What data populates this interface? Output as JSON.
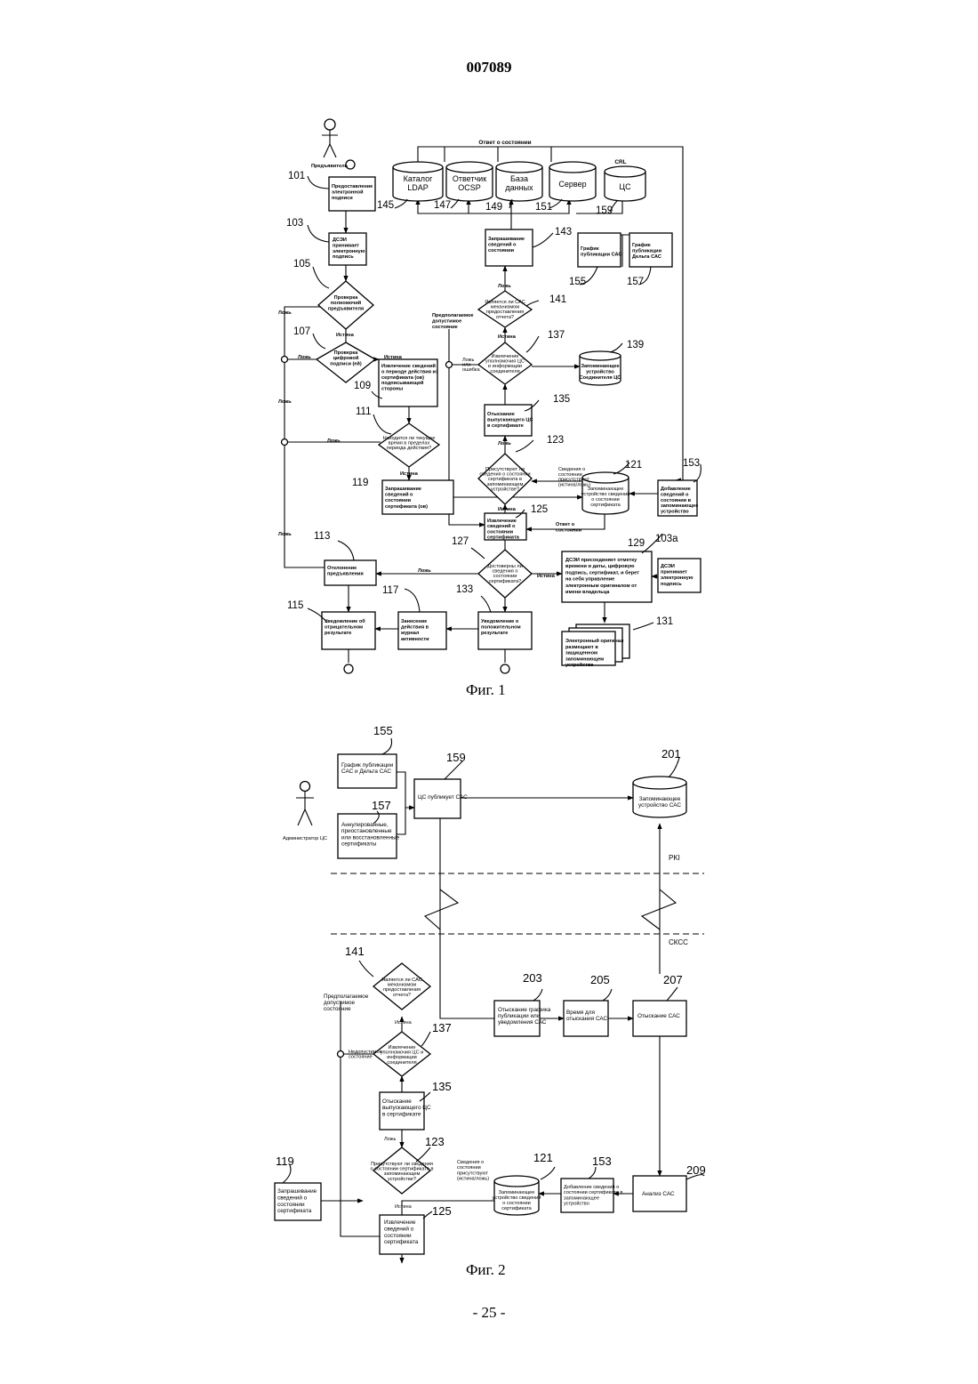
{
  "header": {
    "doc_number": "007089",
    "page_number": "- 25 -"
  },
  "fig1": {
    "caption": "Фиг. 1",
    "actor": "Предъявитель",
    "top_label": "Ответ о состоянии",
    "crl_label": "CRL",
    "boxes": {
      "b101": [
        "Предоставление",
        "электронной",
        "подписи"
      ],
      "b103": [
        "ДСЭИ",
        "принимает",
        "электронную",
        "подпись"
      ],
      "b109": [
        "Извлечение сведений",
        "о периоде действия из",
        "сертификата (ов)",
        "подписывающей",
        "стороны"
      ],
      "b119": [
        "Запрашивание",
        "сведений о",
        "состоянии",
        "сертификата (ов)"
      ],
      "b113": [
        "Отклонение",
        "предъявления"
      ],
      "b115": [
        "Уведомление об",
        "отрицательном",
        "результате"
      ],
      "b117": [
        "Занесение",
        "действия в",
        "журнал",
        "активности"
      ],
      "b133": [
        "Уведомление о",
        "положительном",
        "результате"
      ],
      "b143": [
        "Запрашивание",
        "сведений о",
        "состоянии"
      ],
      "b135": [
        "Отыскание",
        "выпускающего ЦС",
        "в сертификате"
      ],
      "b125": [
        "Извлечение",
        "сведений о",
        "состоянии",
        "сертификата"
      ],
      "b129": [
        "ДСЭИ присоединяет отметку",
        "времени и даты, цифровую",
        "подпись, сертификат, и берет",
        "на себя управление",
        "электронным оригиналом от",
        "имени владельца"
      ],
      "b103a": [
        "ДСЭИ",
        "принимает",
        "электронную",
        "подпись"
      ],
      "b131": [
        "Электронный оригинал",
        "размещают в",
        "защищенном",
        "запоминающем",
        "устройстве"
      ],
      "b155": [
        "График",
        "публикации САС"
      ],
      "b157": [
        "График",
        "публикации",
        "Дельта САС"
      ],
      "b153": [
        "Добавление",
        "сведений о",
        "состоянии в",
        "запоминающее",
        "устройство"
      ]
    },
    "diamonds": {
      "d105": [
        "Проверка",
        "полномочий",
        "предъявителя"
      ],
      "d107": [
        "Проверка",
        "цифровой",
        "подписи (ей)"
      ],
      "d111": [
        "Находится ли текущее",
        "время в пределах",
        "периода действия?"
      ],
      "d141": [
        "Является ли САС",
        "механизмом",
        "предоставления",
        "отчета?"
      ],
      "d137": [
        "Извлечение",
        "уполномочия ЦС",
        "и информации",
        "соединителя"
      ],
      "d123": [
        "Присутствуют ли",
        "сведения о состоянии",
        "сертификата в",
        "запоминающем",
        "устройстве?"
      ],
      "d127": [
        "Достоверны ли",
        "сведения о",
        "состоянии",
        "сертификата?"
      ]
    },
    "stores": {
      "s145": [
        "Каталог",
        "LDAP"
      ],
      "s147": [
        "Ответчик",
        "OCSP"
      ],
      "s149": [
        "База",
        "данных"
      ],
      "s151": [
        "Сервер"
      ],
      "s159": [
        "ЦС"
      ],
      "s139": [
        "Запоминающее",
        "устройство",
        "Соединителя ЦС"
      ],
      "s121": [
        "Запоминающее",
        "устройство сведений",
        "о состоянии",
        "сертификата"
      ]
    },
    "labels": {
      "false": "Ложь",
      "true": "Истина",
      "assumed": [
        "Предполагаемое",
        "допустимое",
        "состояние"
      ],
      "false_or_error": [
        "Ложь",
        "или",
        "ошибка"
      ],
      "info_present": [
        "Сведения о",
        "состоянии",
        "присутствуют",
        "(истина/ложь)"
      ],
      "status_resp": [
        "Ответ о",
        "состоянии"
      ]
    },
    "numbers": {
      "n101": "101",
      "n103": "103",
      "n105": "105",
      "n107": "107",
      "n109": "109",
      "n111": "111",
      "n113": "113",
      "n115": "115",
      "n117": "117",
      "n119": "119",
      "n121": "121",
      "n123": "123",
      "n125": "125",
      "n127": "127",
      "n129": "129",
      "n131": "131",
      "n133": "133",
      "n135": "135",
      "n137": "137",
      "n139": "139",
      "n141": "141",
      "n143": "143",
      "n145": "145",
      "n147": "147",
      "n149": "149",
      "n151": "151",
      "n153": "153",
      "n155": "155",
      "n157": "157",
      "n159": "159",
      "n103a": "103a"
    }
  },
  "fig2": {
    "caption": "Фиг. 2",
    "actor": "Администратор ЦС",
    "pki": "PKI",
    "skss": "СКСС",
    "boxes": {
      "b155": [
        "График публикации",
        "САС и Дельта САС"
      ],
      "b157": [
        "Аннулированные,",
        "приостановленные",
        "или восстановленные",
        "сертификаты"
      ],
      "b159": [
        "ЦС публикует САС"
      ],
      "b203": [
        "Отыскание графика",
        "публикации или",
        "уведомления САС"
      ],
      "b205": [
        "Время для",
        "отыскания САС"
      ],
      "b207": [
        "Отыскание САС"
      ],
      "b209": [
        "Анализ САС"
      ],
      "b153": [
        "Добавление сведений о",
        "состоянии сертификата в",
        "запоминающее",
        "устройство"
      ],
      "b135": [
        "Отыскание",
        "выпускающего ЦС",
        "в сертификате"
      ],
      "b125": [
        "Извлечение",
        "сведений о",
        "состоянии",
        "сертификата"
      ],
      "b119": [
        "Запрашивание",
        "сведений о",
        "состоянии",
        "сертификата"
      ]
    },
    "diamonds": {
      "d141": [
        "Является ли САС",
        "механизмом",
        "предоставления",
        "отчета?"
      ],
      "d137": [
        "Извлечение",
        "уполномочия ЦС и",
        "информации",
        "соединителя"
      ],
      "d123": [
        "Присутствуют ли сведения",
        "о состоянии сертификата в",
        "запоминающем",
        "устройстве?"
      ]
    },
    "stores": {
      "s201": [
        "Запоминающее",
        "устройство САС"
      ],
      "s121": [
        "Запоминающее",
        "устройство сведений",
        "о состоянии",
        "сертификата"
      ]
    },
    "labels": {
      "false": "Ложь",
      "true": "Истина",
      "assumed": [
        "Предполагаемое",
        "допустимое",
        "состояние"
      ],
      "invalid": [
        "Недопустимое",
        "состояние"
      ],
      "info_present": [
        "Сведения о",
        "состоянии",
        "присутствуют",
        "(истина/ложь)"
      ]
    },
    "numbers": {
      "n155": "155",
      "n157": "157",
      "n159": "159",
      "n201": "201",
      "n141": "141",
      "n137": "137",
      "n135": "135",
      "n123": "123",
      "n203": "203",
      "n205": "205",
      "n207": "207",
      "n209": "209",
      "n121": "121",
      "n153": "153",
      "n119": "119",
      "n125": "125"
    }
  }
}
